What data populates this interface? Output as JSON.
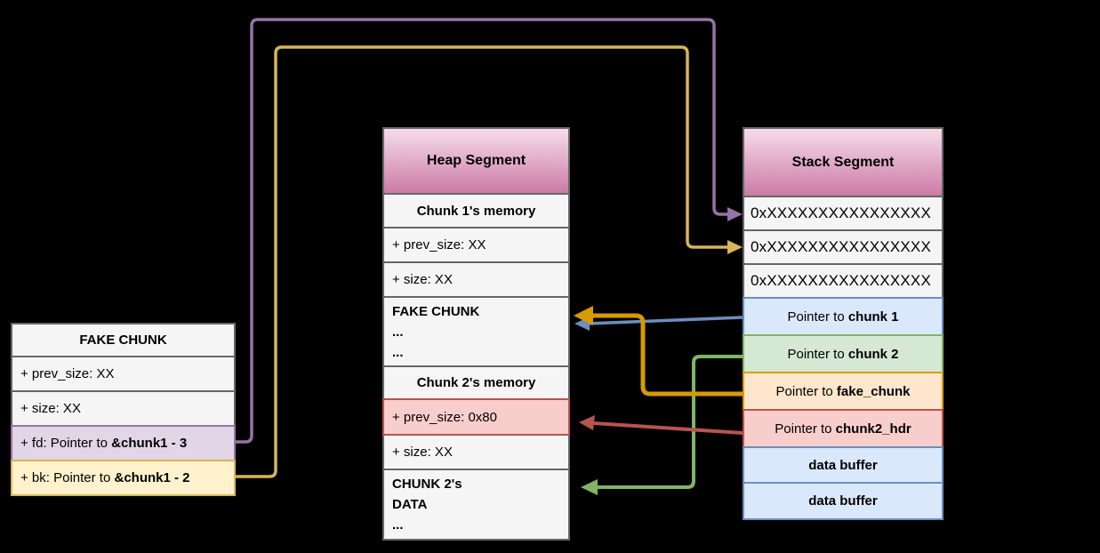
{
  "palette": {
    "background": "#000000",
    "gray_fill": "#f5f5f5",
    "gray_border": "#666666",
    "purple_fill": "#e1d5e7",
    "purple_stroke": "#9673a6",
    "yellow_fill": "#fff2cc",
    "yellow_stroke": "#d6b656",
    "blue_fill": "#dae8fc",
    "blue_stroke": "#6c8ebf",
    "green_fill": "#d5e8d4",
    "green_stroke": "#82b366",
    "orange_fill": "#ffe6cc",
    "orange_stroke": "#d79b00",
    "red_fill": "#f8cecc",
    "red_stroke": "#b85450",
    "header_gradient_top": "#f6dcea",
    "header_gradient_bottom": "#cc7ba6"
  },
  "fake_chunk": {
    "title": "FAKE CHUNK",
    "prev_size": "+ prev_size: XX",
    "size": "+ size: XX",
    "fd_prefix": "+ fd: Pointer to ",
    "fd_target": "&chunk1 - 3",
    "bk_prefix": "+ bk: Pointer to ",
    "bk_target": "&chunk1 - 2"
  },
  "heap": {
    "title": "Heap Segment",
    "chunk1_header": "Chunk 1's memory",
    "chunk1_prev_size": "+ prev_size: XX",
    "chunk1_size": "+ size: XX",
    "fake_chunk_lines": [
      "FAKE CHUNK",
      "...",
      "..."
    ],
    "chunk2_header": "Chunk 2's memory",
    "chunk2_prev_size": "+ prev_size: 0x80",
    "chunk2_size": "+ size: XX",
    "chunk2_data_lines": [
      "CHUNK 2's",
      "DATA",
      "..."
    ]
  },
  "stack": {
    "title": "Stack Segment",
    "hex1": "0xXXXXXXXXXXXXXXXX",
    "hex2": "0xXXXXXXXXXXXXXXXX",
    "hex3": "0xXXXXXXXXXXXXXXXX",
    "ptr_chunk1_prefix": "Pointer to ",
    "ptr_chunk1_target": "chunk 1",
    "ptr_chunk2_prefix": "Pointer to ",
    "ptr_chunk2_target": "chunk 2",
    "ptr_fake_prefix": "Pointer to ",
    "ptr_fake_target": "fake_chunk",
    "ptr_hdr_prefix": "Pointer to ",
    "ptr_hdr_target": "chunk2_hdr",
    "data_buffer_1": "data buffer",
    "data_buffer_2": "data buffer"
  },
  "arrows": [
    {
      "name": "fd-to-stack-slot-1",
      "color": "#9673a6",
      "from": "fake_chunk.fd",
      "to": "stack.hex1"
    },
    {
      "name": "bk-to-stack-slot-2",
      "color": "#d6b656",
      "from": "fake_chunk.bk",
      "to": "stack.hex2"
    },
    {
      "name": "ptr-chunk1-to-heap-fake-chunk",
      "color": "#6c8ebf",
      "from": "stack.ptr_chunk1",
      "to": "heap.fake_chunk"
    },
    {
      "name": "ptr-fake-chunk-to-heap-fake-chunk",
      "color": "#d79b00",
      "from": "stack.ptr_fake",
      "to": "heap.fake_chunk"
    },
    {
      "name": "ptr-chunk2-hdr-to-prev-size",
      "color": "#b85450",
      "from": "stack.ptr_hdr",
      "to": "heap.chunk2_prev_size"
    },
    {
      "name": "ptr-chunk2-to-chunk2-data",
      "color": "#82b366",
      "from": "stack.ptr_chunk2",
      "to": "heap.chunk2_data"
    }
  ]
}
